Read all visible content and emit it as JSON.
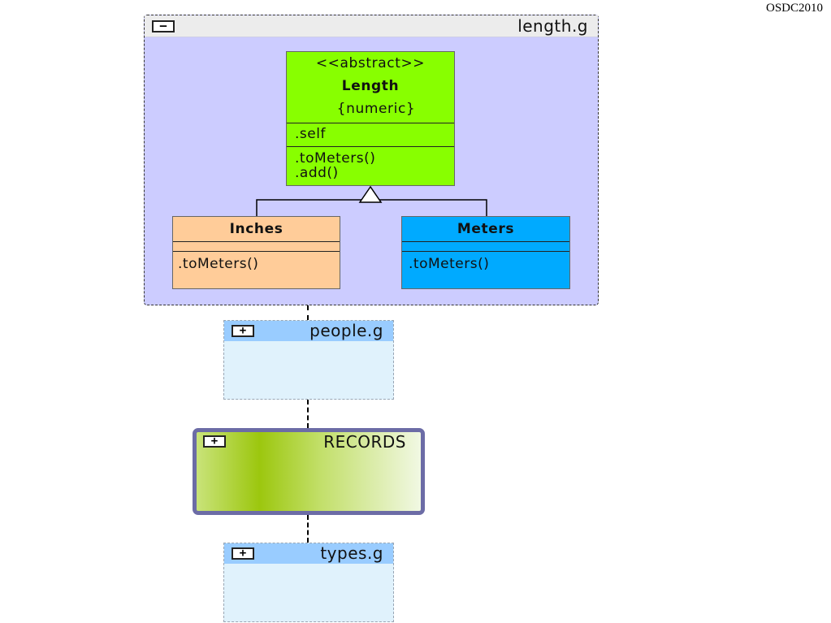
{
  "corner_label": "OSDC2010",
  "packages": {
    "length": {
      "name": "length.g",
      "toggle": "–"
    },
    "people": {
      "name": "people.g",
      "toggle": "+"
    },
    "records": {
      "name": "RECORDS",
      "toggle": "+"
    },
    "types": {
      "name": "types.g",
      "toggle": "+"
    }
  },
  "classes": {
    "length": {
      "stereotype": "<<abstract>>",
      "name": "Length",
      "constraint": "{numeric}",
      "attributes": [
        ".self"
      ],
      "operations": [
        ".toMeters()",
        ".add()"
      ]
    },
    "inches": {
      "name": "Inches",
      "operations": [
        ".toMeters()"
      ]
    },
    "meters": {
      "name": "Meters",
      "operations": [
        ".toMeters()"
      ]
    }
  },
  "colors": {
    "length_package_bg": "#ccccff",
    "abstract_class": "#88ff00",
    "inches_class": "#ffcc99",
    "meters_class": "#00aaff",
    "collapsed_package_header": "#99ccff",
    "collapsed_package_body": "#e0f2fc",
    "records_border": "#6c6ca6"
  }
}
